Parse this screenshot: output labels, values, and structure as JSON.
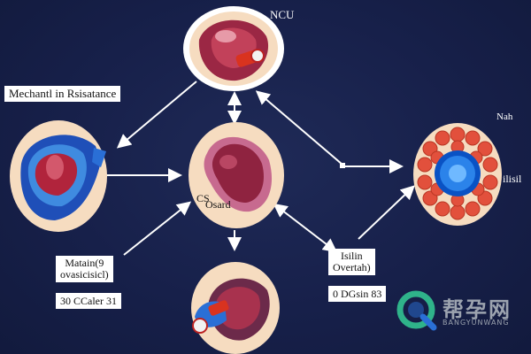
{
  "nodes": {
    "top": {
      "label": "NCU"
    },
    "left": {
      "label": "Mechantl in Rsisatance"
    },
    "center": {
      "label_lines": [
        "CS",
        "Osard"
      ]
    },
    "right": {
      "label_top": "Nah",
      "label_side": "ilisil"
    },
    "bottom_left_label": {
      "lines": [
        "Matain(9",
        "ovasicisicl)"
      ]
    },
    "bottom_left_value": {
      "text": "30 CCaler 31"
    },
    "bottom_right_label": {
      "lines": [
        "Isilin",
        "Overtah)"
      ]
    },
    "bottom_right_value": {
      "text": "0 DGsin 83"
    }
  },
  "watermark": {
    "title": "帮孕网",
    "subtitle": "BANGYUNWANG"
  },
  "colors": {
    "background": "#17204a",
    "node_fill": "#f6dcc0",
    "arrow": "#ffffff",
    "tissue_red": "#b1243c",
    "tissue_blue": "#2a6fd6",
    "watermark_icon": "#2fb38a"
  }
}
